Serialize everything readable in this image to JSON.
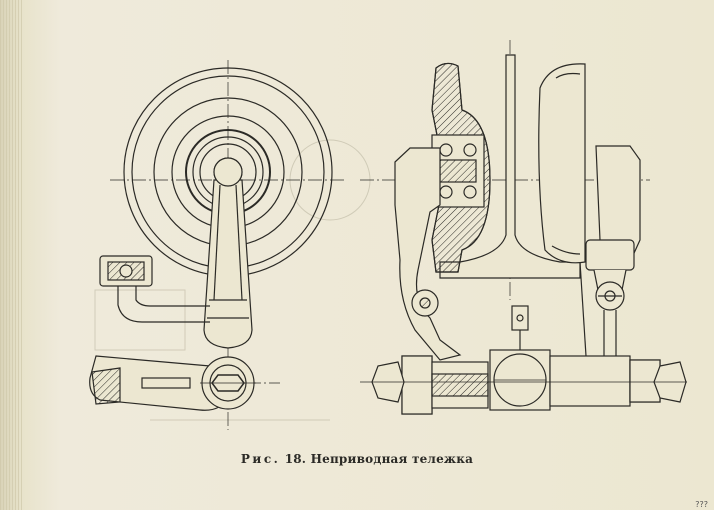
{
  "figure": {
    "caption_label": "Рис.",
    "caption_number": "18.",
    "caption_title": "Неприводная тележка"
  },
  "page_number": "???",
  "colors": {
    "paper": "#ece7d1",
    "ink": "#2b2a26"
  }
}
